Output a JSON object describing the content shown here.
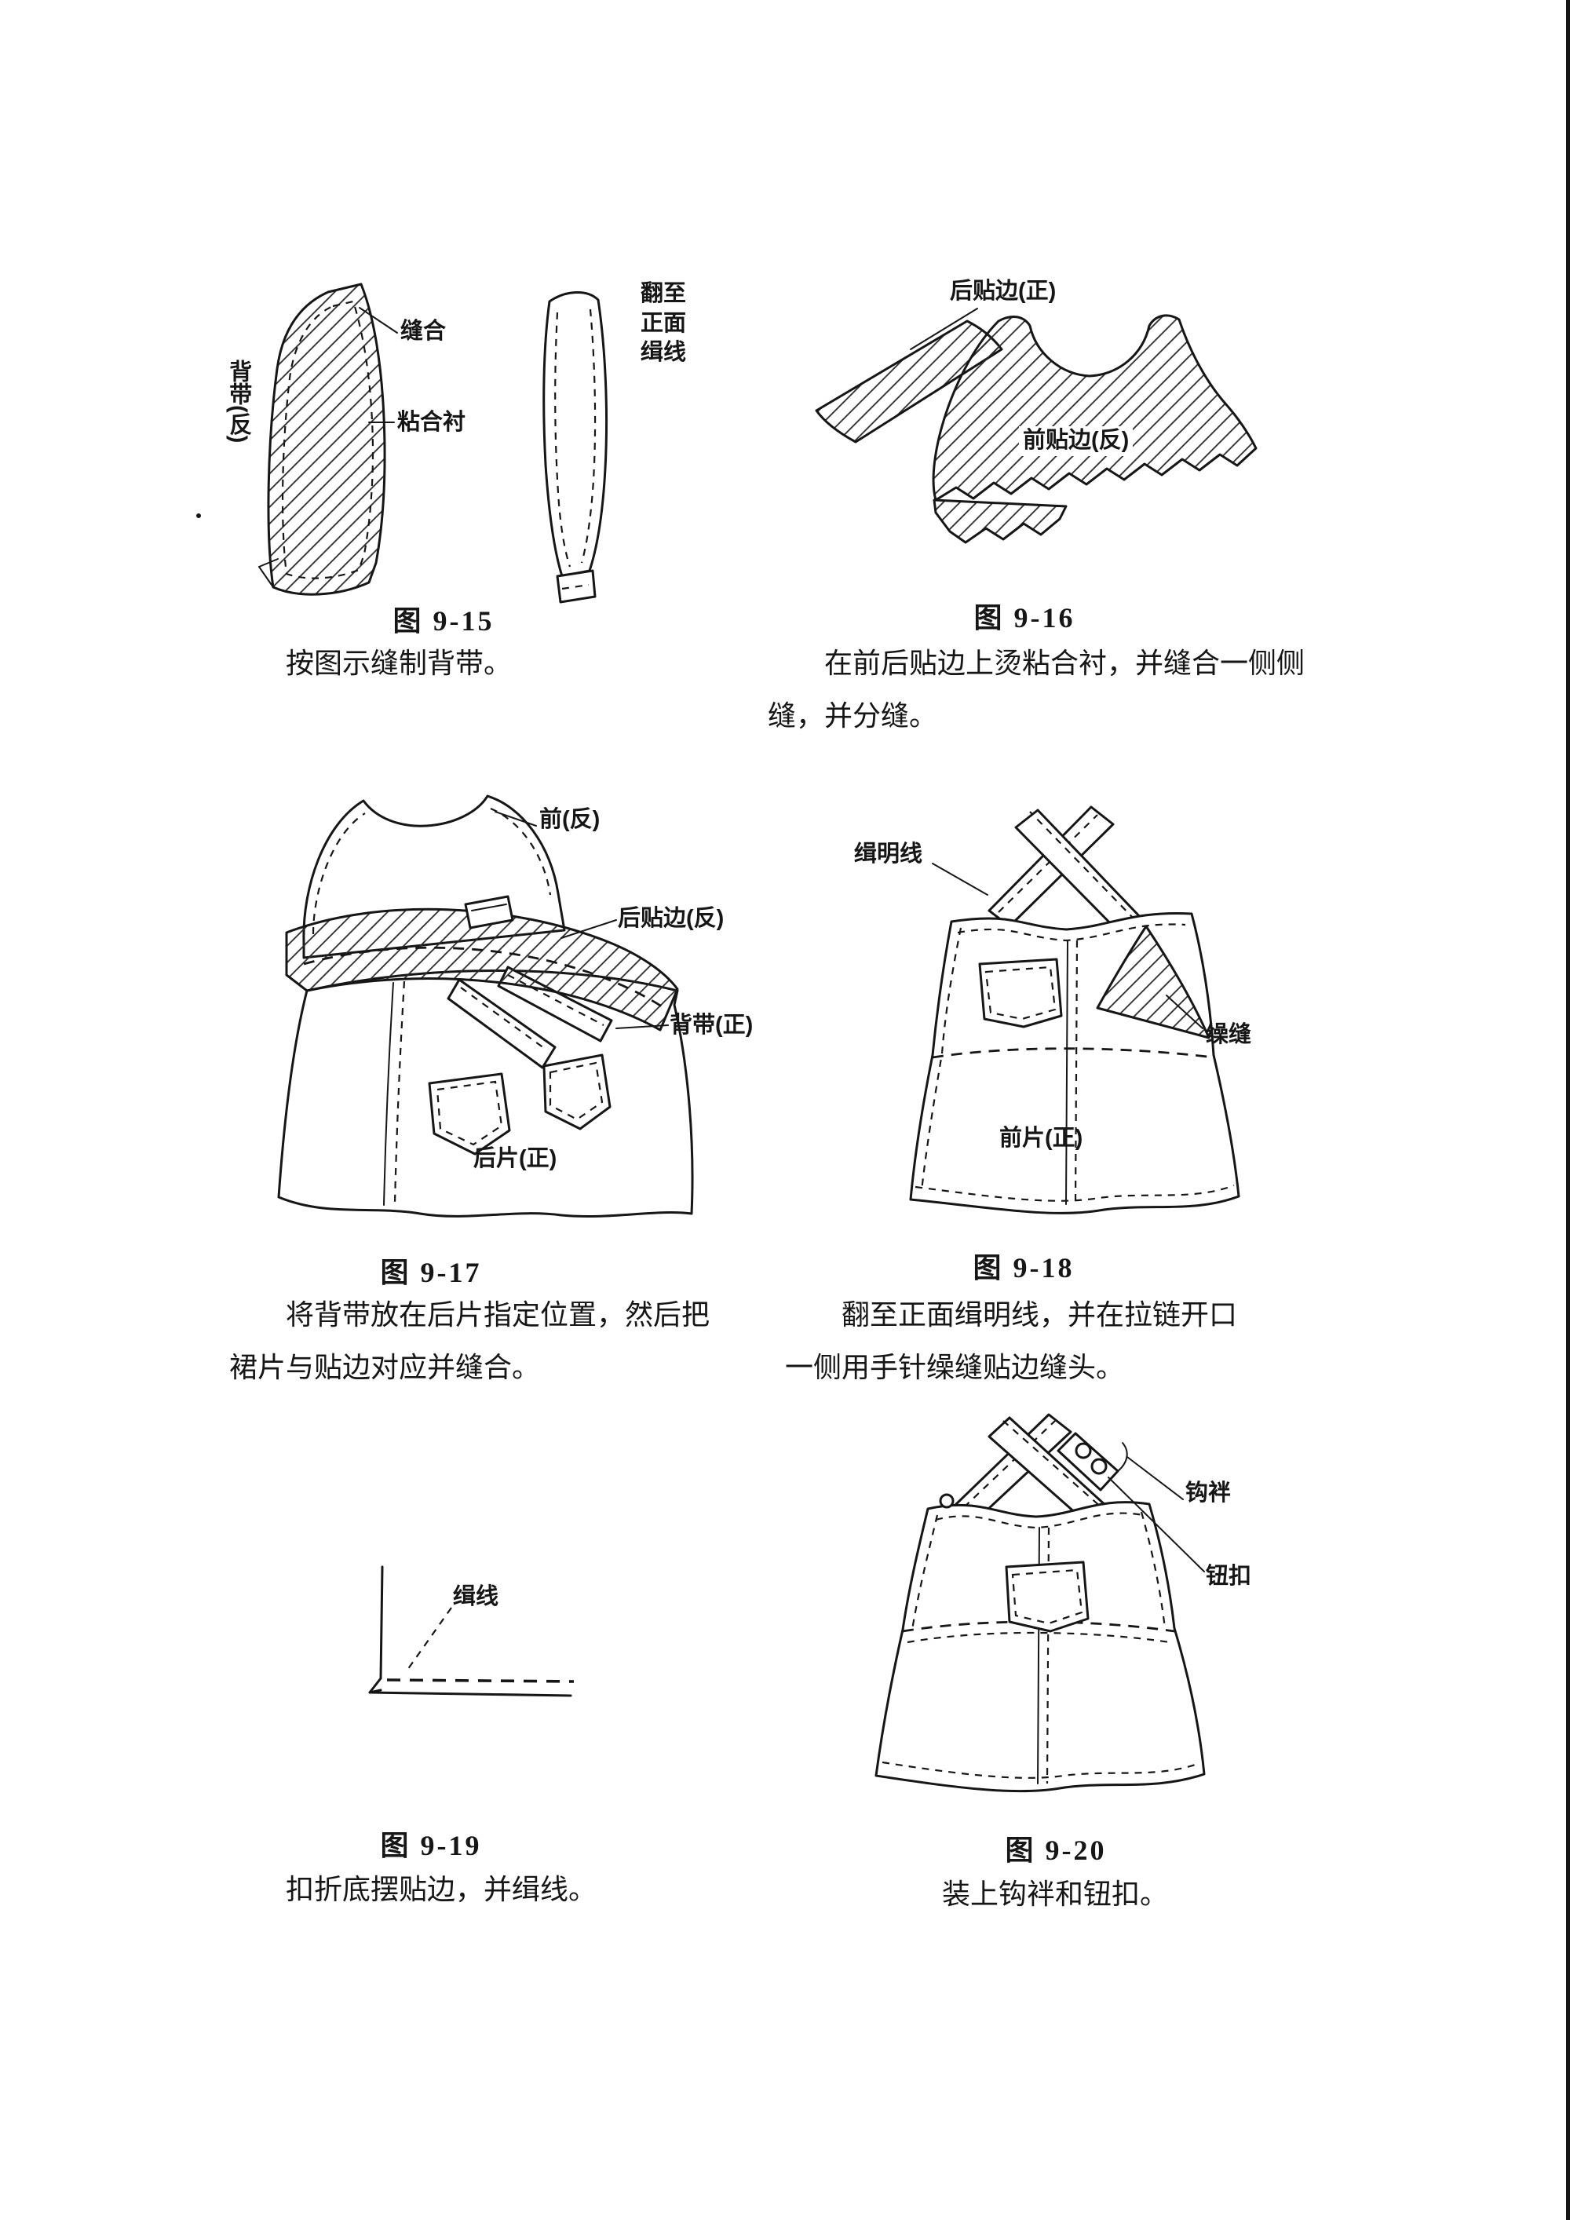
{
  "page": {
    "background": "#ffffff",
    "ink_color": "#161616"
  },
  "figures": {
    "f15": {
      "caption": "图 9-15",
      "text": "按图示缝制背带。",
      "labels": {
        "strap_reverse": "背带(反)",
        "sew": "缝合",
        "fusible": "粘合衬",
        "turn_topstitch": "翻至正面缉线"
      }
    },
    "f16": {
      "caption": "图 9-16",
      "text": "在前后贴边上烫粘合衬，并缝合一侧侧缝，并分缝。",
      "labels": {
        "back_facing_right": "后贴边(正)",
        "front_facing_reverse": "前贴边(反)"
      }
    },
    "f17": {
      "caption": "图 9-17",
      "text": "将背带放在后片指定位置，然后把裙片与贴边对应并缝合。",
      "labels": {
        "front_reverse": "前(反)",
        "back_facing_reverse": "后贴边(反)",
        "strap_right_side": "背带(正)",
        "back_piece_right_side": "后片(正)"
      }
    },
    "f18": {
      "caption": "图 9-18",
      "text": "翻至正面缉明线，并在拉链开口一侧用手针缲缝贴边缝头。",
      "labels": {
        "topstitch": "缉明线",
        "slipstitch": "缲缝",
        "front_piece_right_side": "前片(正)"
      }
    },
    "f19": {
      "caption": "图 9-19",
      "text": "扣折底摆贴边，并缉线。",
      "labels": {
        "stitch_line": "缉线"
      }
    },
    "f20": {
      "caption": "图 9-20",
      "text": "装上钩袢和钮扣。",
      "labels": {
        "hook": "钩袢",
        "button": "钮扣"
      }
    }
  }
}
